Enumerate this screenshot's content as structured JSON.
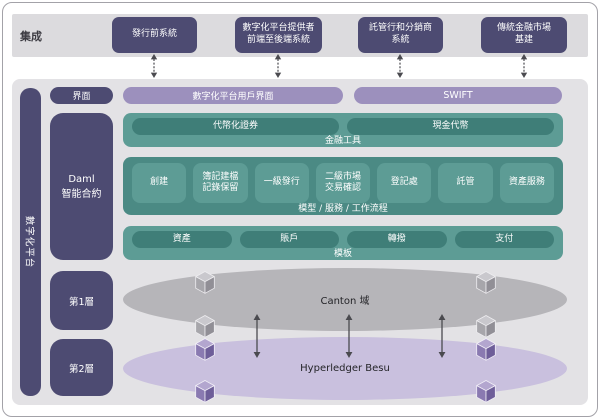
{
  "integration": {
    "label": "集成",
    "systems": [
      {
        "label": "發行前系統"
      },
      {
        "label": "數字化平台提供者\n前端至後端系統"
      },
      {
        "label": "託管行和分銷商\n系統"
      },
      {
        "label": "傳統金融市場\n基建"
      }
    ]
  },
  "platform": {
    "side_label": "數字化平台",
    "interface_row": {
      "label": "界面",
      "user_interface": "數字化平台用戶界面",
      "swift": "SWIFT"
    },
    "daml_label": "Daml\n智能合約",
    "financial_instruments": {
      "label": "金融工具",
      "pills": [
        {
          "label": "代幣化證券"
        },
        {
          "label": "現金代幣"
        }
      ]
    },
    "workflows": {
      "label": "模型 / 服務 / 工作流程",
      "pills": [
        {
          "label": "創建"
        },
        {
          "label": "簿記建檔\n記錄保留"
        },
        {
          "label": "一級發行"
        },
        {
          "label": "二級市場\n交易確認"
        },
        {
          "label": "登記處"
        },
        {
          "label": "託管"
        },
        {
          "label": "資產服務"
        }
      ]
    },
    "templates": {
      "label": "模板",
      "pills": [
        {
          "label": "資產"
        },
        {
          "label": "賬戶"
        },
        {
          "label": "轉撥"
        },
        {
          "label": "支付"
        }
      ]
    },
    "layer1": {
      "label": "第1層",
      "network": "Canton 域"
    },
    "layer2": {
      "label": "第2層",
      "network": "Hyperledger Besu"
    }
  },
  "colors": {
    "dark_purple": "#4d4b72",
    "light_purple": "#9c90bd",
    "teal_light": "#5d9c95",
    "teal_mid": "#4b8a84",
    "teal_dark": "#3f7e78",
    "canton_gray": "#b6b5b9",
    "besu_purple": "#c9c0de",
    "band_gray": "#dcdbde",
    "panel_gray": "#e3e2e5"
  }
}
